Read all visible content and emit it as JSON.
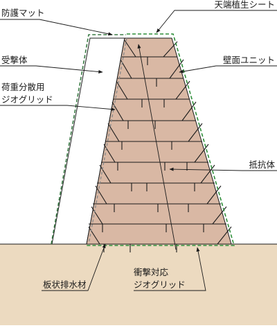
{
  "labels": {
    "protective_mat": "防護マット",
    "top_vegetation_sheet": "天端植生シート",
    "impact_receiving_body": "受撃体",
    "wall_unit": "壁面ユニット",
    "load_distribution_geogrid_line1": "荷重分散用",
    "load_distribution_geogrid_line2": "ジオグリッド",
    "resistance_body": "抵抗体",
    "plate_drainage": "板状排水材",
    "impact_geogrid_line1": "衝撃対応",
    "impact_geogrid_line2": "ジオグリッド"
  },
  "colors": {
    "ground": "#ecdac0",
    "fill": "#d9b8a4",
    "mat": "#ffffff",
    "vegetation_sheet": "#2f8f3a",
    "mat_outline": "#3a7b45",
    "lines": "#1a1a1a",
    "dashed_grid": "#8a8a8a"
  }
}
